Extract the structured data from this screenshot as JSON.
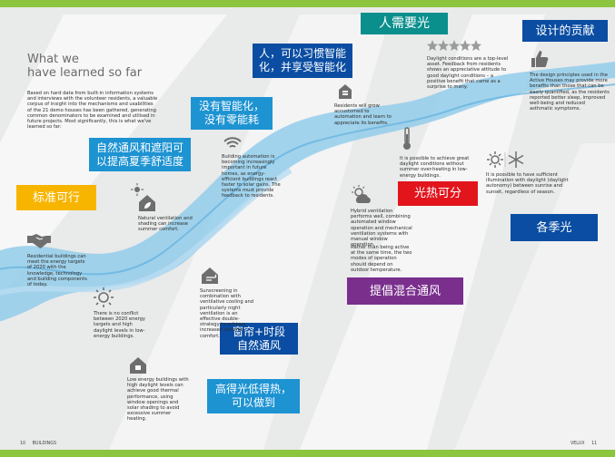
{
  "header": {
    "title_line1": "What we",
    "title_line2": "have learned so far"
  },
  "intro": "Based on hard data from built-in information systems and interviews with the volunteer residents, a valuable corpus of insight into the mechanisms and usabilities of the 21 demo houses has been gathered, generating common denominators to be examined and utilised in future projects. Most significantly, this is what we've learned so far:",
  "tags": {
    "people_need_light": "人需要光",
    "design_contribution": "设计的贡献",
    "habits": [
      "人，可以习惯智能",
      "化，并享受智能化"
    ],
    "no_smart": [
      "没有智能化，",
      "没有零能耗"
    ],
    "natural_vent": [
      "自然通风和遮阳可",
      "以提高夏季舒适度"
    ],
    "standard": "标准可行",
    "light_heat": "光热可分",
    "seasons": "各季光",
    "hybrid": "提倡混合通风",
    "curtain": [
      "窗帘+时段",
      "自然通风"
    ],
    "high_light": [
      "高得光低得热，",
      "可以做到"
    ]
  },
  "notes": {
    "daylight": "Daylight conditions are a top-level asset. Feedback from residents shows an appreciative attitude to good daylight conditions – a positive benefit that came as a surprise to many.",
    "design_principles": "The design principles used in the Active Houses may provide more benefits than those that can be easily quantified, as the residents reported better sleep, improved well-being and reduced asthmatic symptoms.",
    "residents": "Residents will grow accustomed to automation and learn to appreciate its benefits.",
    "automation": "Building automation is becoming increasingly important in future homes, as energy-efficient buildings react faster to solar gains. The systems must provide feedback to residents.",
    "temperature": "It is possible to achieve great daylight conditions without summer over-heating in low-energy buildings.",
    "seasons": "It is possible to have sufficient illumination with daylight (daylight autonomy) between sunrise and sunset, regardless of season.",
    "natural_shading": "Natural ventilation and shading can increase summer comfort.",
    "hybrid": "Hybrid ventilation performs well, combining automated window operation and mechanical ventilation systems with manual window operation.",
    "hybrid_rather": "Rather than being active at the same time, the two modes of operation should depend on outdoor temperature.",
    "residential": "Residential buildings can meet the energy targets of 2020 with the knowledge, technology and building components of today.",
    "no_conflict": "There is no conflict between 2020 energy targets and high daylight levels in low-energy buildings.",
    "sunscreening": "Sunscreening in combination with ventilative cooling and particularly night ventilation is an effective double-strategy to achieve increased summer comfort.",
    "low_energy": "Low energy buildings with high daylight levels can achieve good thermal performance, using window openings and solar shading to avoid excessive summer heating."
  },
  "footer": {
    "left_page": "10",
    "left_label": "BUILDINGS",
    "right_label": "VELUX",
    "right_page": "11"
  },
  "colors": {
    "green_bar": "#8cc63f",
    "dark_blue": "#0a4da2",
    "cyan": "#1d93d2",
    "purple": "#7a2f8d",
    "teal": "#0b8f8d",
    "yellow": "#f7b500",
    "red": "#e2141c"
  }
}
